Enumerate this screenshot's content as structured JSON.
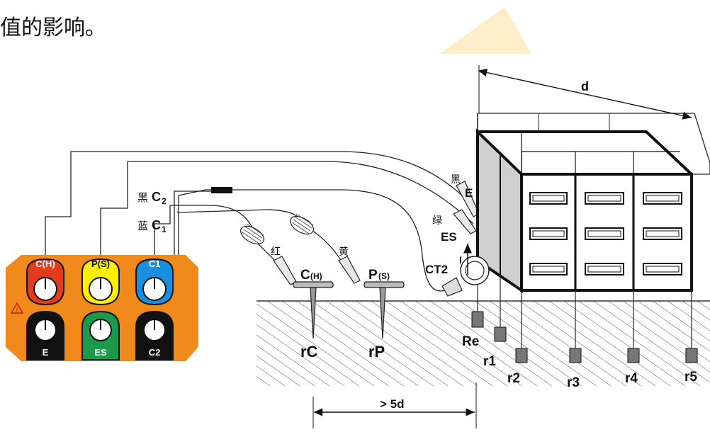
{
  "heading": "值的影响。",
  "meter": {
    "terminals_top": [
      "C(H)",
      "P(S)",
      "C1"
    ],
    "terminals_bottom": [
      "E",
      "ES",
      "C2"
    ],
    "warning_symbol": "!",
    "colors": {
      "panel": "#f08a1c",
      "ch": "#e23c1c",
      "ps": "#ffef00",
      "c1": "#1a8fe0",
      "e": "#111111",
      "es": "#1a9a4a",
      "c2": "#111111"
    }
  },
  "leads": {
    "c2_color": "黑",
    "c2_label": "C",
    "c2_sub": "2",
    "c1_color": "蓝",
    "c1_label": "C",
    "c1_sub": "1",
    "red": "红",
    "yellow": "黄",
    "black": "黑",
    "green": "绿",
    "e": "E",
    "es": "ES",
    "ct2": "CT2",
    "current": "I"
  },
  "probes": {
    "c_main": "C",
    "c_sub": "(H)",
    "p_main": "P",
    "p_sub": "(S)",
    "rc": "rC",
    "rp": "rP"
  },
  "building": {
    "dimension": "d",
    "spacing": "> 5d",
    "electrodes": [
      "Re",
      "r1",
      "r2",
      "r3",
      "r4",
      "r5"
    ]
  }
}
